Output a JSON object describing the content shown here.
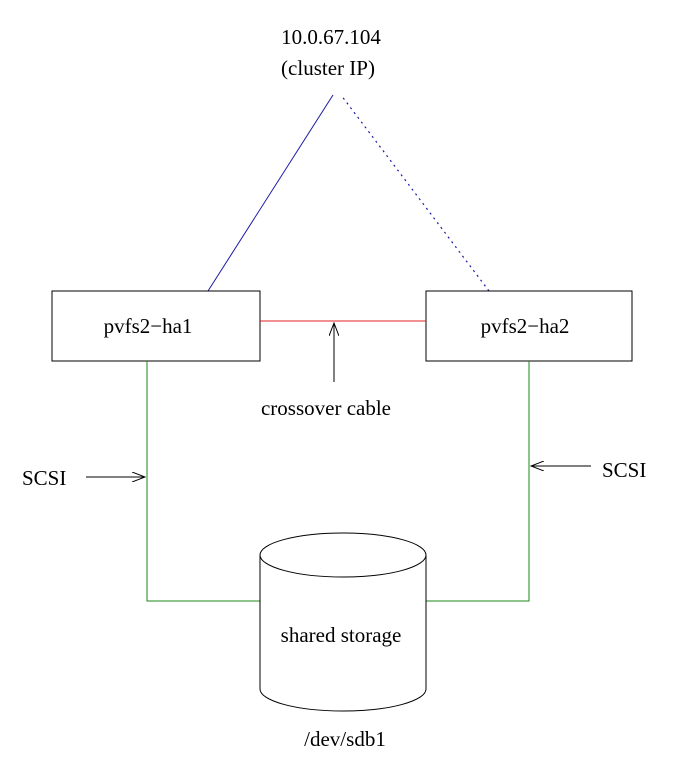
{
  "cluster": {
    "ip": "10.0.67.104",
    "label": "(cluster IP)"
  },
  "nodes": {
    "node1": "pvfs2−ha1",
    "node2": "pvfs2−ha2"
  },
  "labels": {
    "crossover": "crossover cable",
    "scsi_left": "SCSI",
    "scsi_right": "SCSI",
    "storage": "shared storage",
    "device": "/dev/sdb1"
  },
  "colors": {
    "active_link": "#1a1aa8",
    "standby_link": "#1a1aa8",
    "crossover": "#e02020",
    "scsi": "#1a8a1a",
    "outline": "#000000"
  }
}
